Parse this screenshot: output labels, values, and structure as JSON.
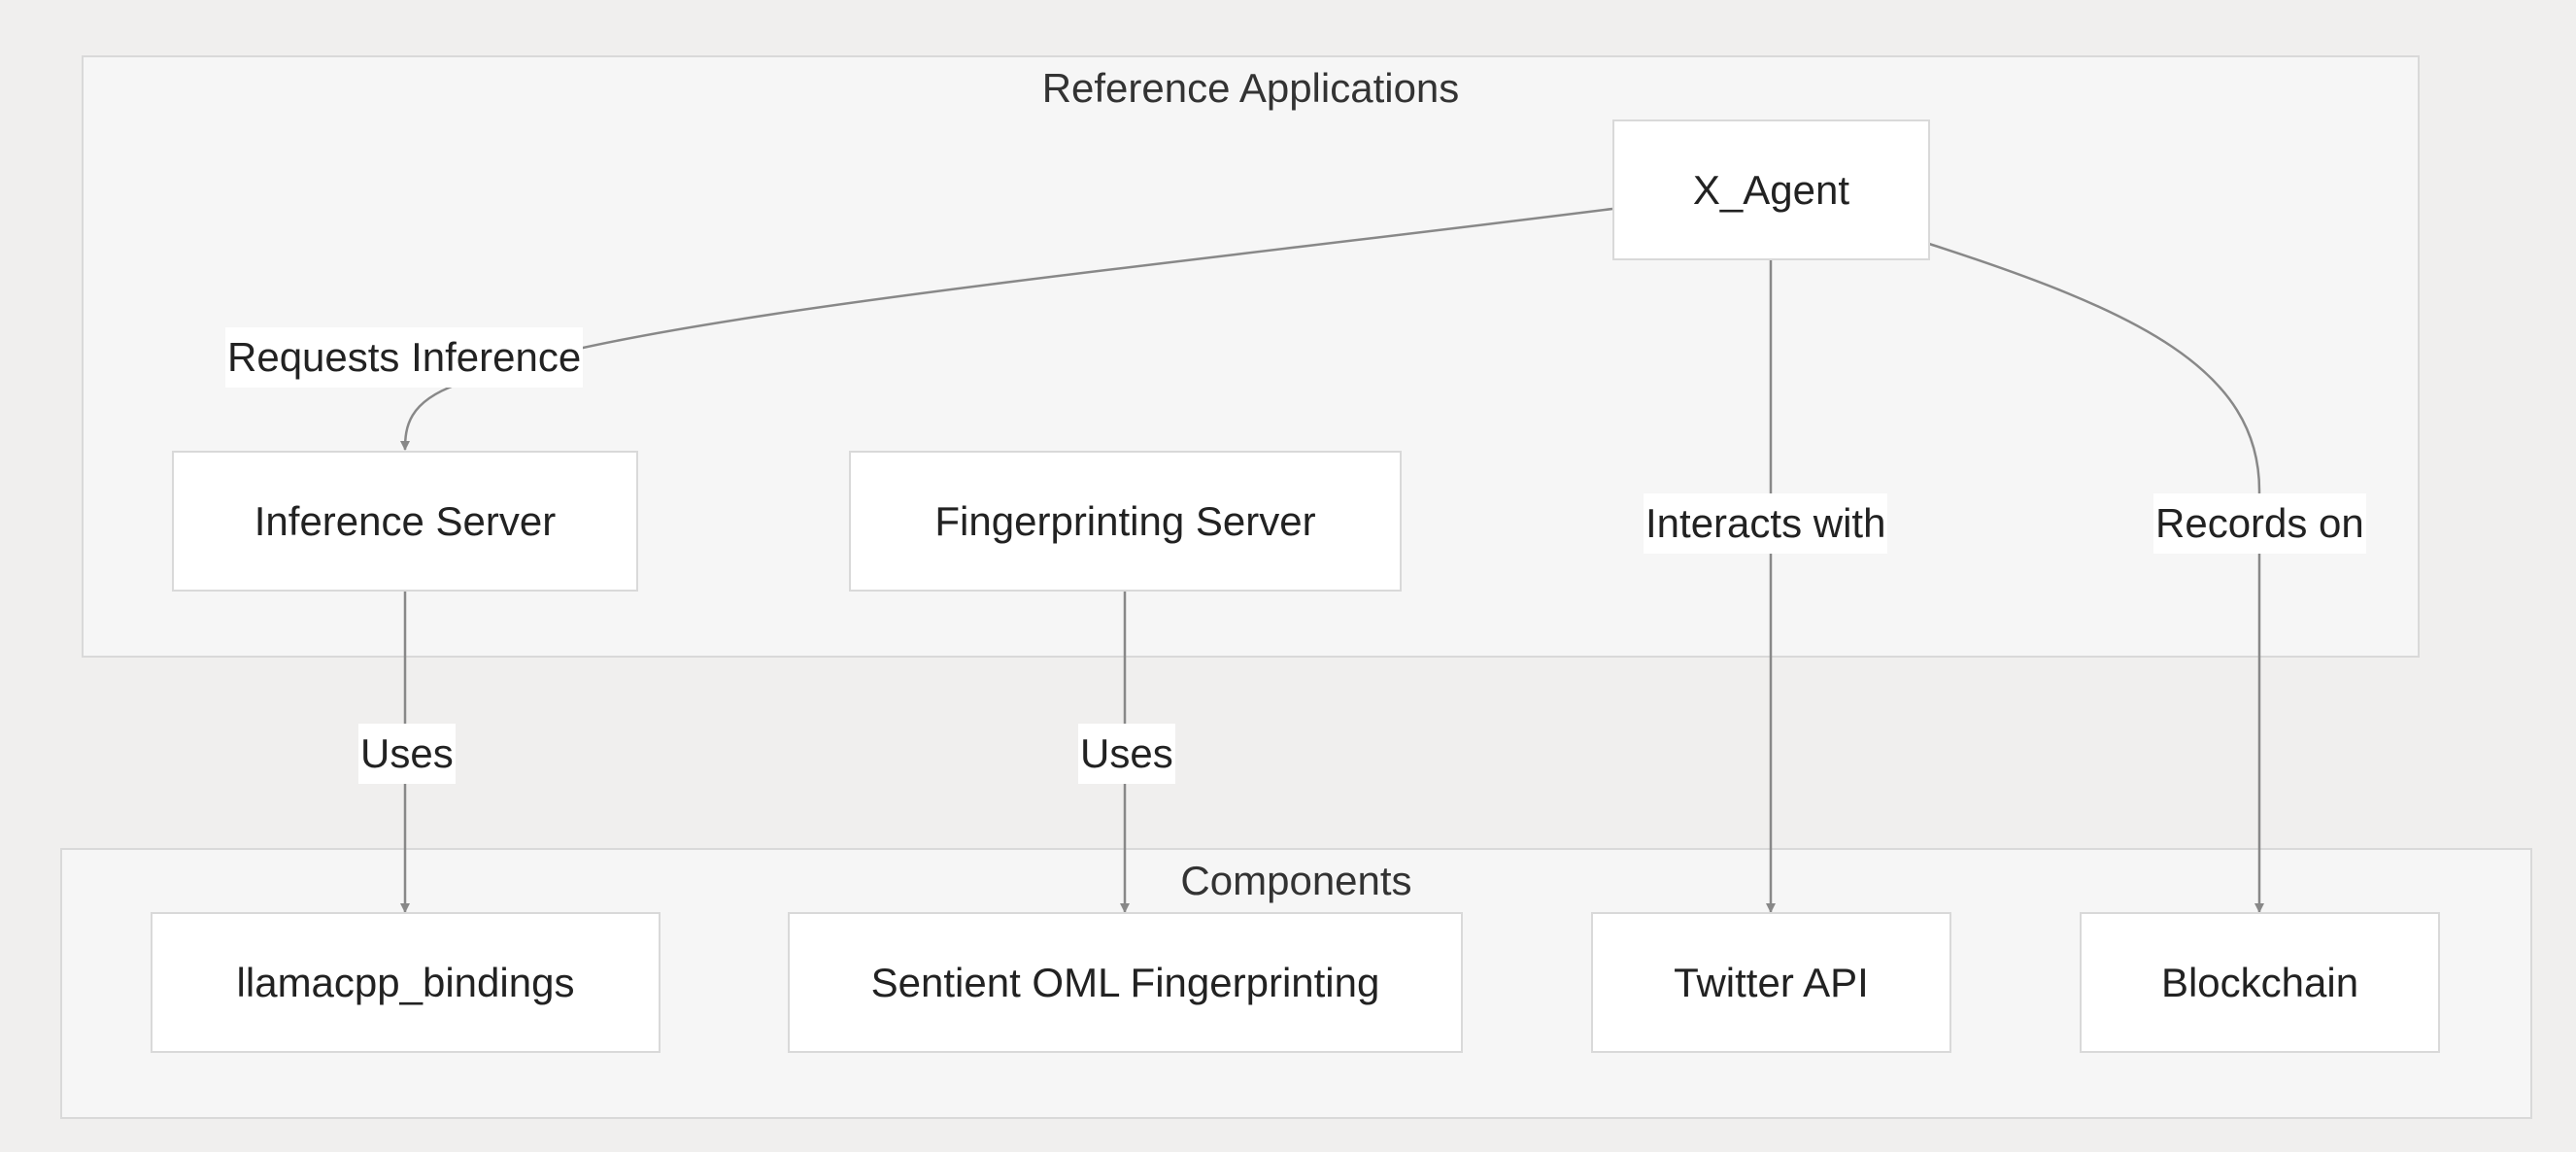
{
  "groups": {
    "reference": {
      "title": "Reference Applications"
    },
    "components": {
      "title": "Components"
    }
  },
  "nodes": {
    "x_agent": "X_Agent",
    "inference_server": "Inference Server",
    "fingerprinting_server": "Fingerprinting Server",
    "llamacpp_bindings": "llamacpp_bindings",
    "sentient_oml": "Sentient OML Fingerprinting",
    "twitter_api": "Twitter API",
    "blockchain": "Blockchain"
  },
  "edges": {
    "requests_inference": "Requests Inference",
    "interacts_with": "Interacts with",
    "records_on": "Records on",
    "uses_inference": "Uses",
    "uses_fingerprinting": "Uses"
  },
  "colors": {
    "background": "#f0efee",
    "group_fill": "#f6f6f6",
    "border": "#d9d9d9",
    "edge": "#888888"
  }
}
